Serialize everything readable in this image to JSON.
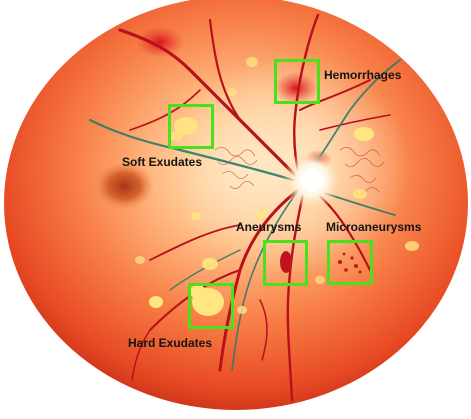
{
  "annotations": {
    "hemorrhages": "Hemorrhages",
    "soft_exudates": "Soft Exudates",
    "aneurysms": "Aneurysms",
    "microaneurysms": "Microaneurysms",
    "hard_exudates": "Hard Exudates"
  },
  "colors": {
    "highlight_box": "#49e21a",
    "retina_base": "#ee4a22",
    "retina_center": "#ffd8a0",
    "vessel": "#b8101c",
    "exudate": "#ffe680"
  }
}
